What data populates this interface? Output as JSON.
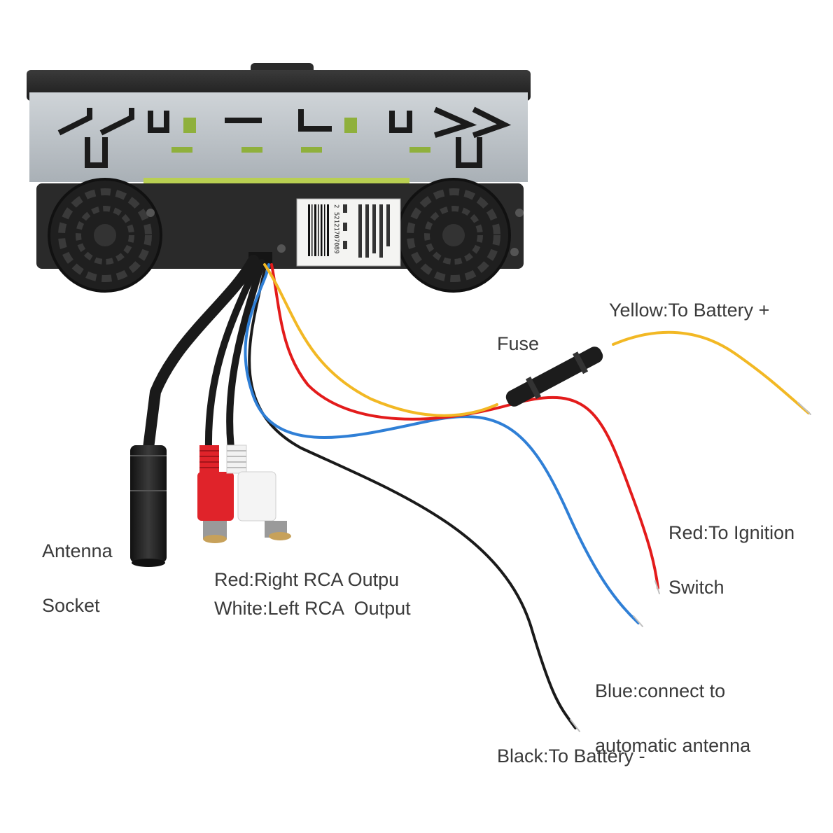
{
  "labels": {
    "yellow": "Yellow:To Battery +",
    "fuse": "Fuse",
    "antenna_line1": "Antenna",
    "antenna_line2": "Socket",
    "red_ignition_line1": "Red:To Ignition",
    "red_ignition_line2": "Switch",
    "red_rca": "Red:Right RCA Outpu",
    "white_rca": "White:Left RCA  Output",
    "blue_line1": "Blue:connect to",
    "blue_line2": "automatic antenna",
    "black": "Black:To Battery -"
  },
  "sticker": {
    "serial": "2 52121707089"
  },
  "colors": {
    "wire_yellow": "#f2b824",
    "wire_red": "#e31b1b",
    "wire_blue": "#2f7fd6",
    "wire_black": "#1a1a1a",
    "rca_red": "#e0232a",
    "rca_white": "#f2f2f2",
    "chassis_metal": "#bcc2c7",
    "pcb_green": "#b9cf52",
    "body_dark": "#2a2a2a"
  }
}
